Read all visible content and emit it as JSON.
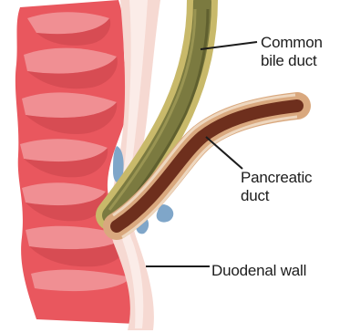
{
  "labels": {
    "common_bile_duct": {
      "line1": "Common",
      "line2": "bile duct"
    },
    "pancreatic_duct": {
      "line1": "Pancreatic",
      "line2": "duct"
    },
    "duodenal_wall": "Duodenal wall"
  },
  "colors": {
    "duodenum_base": "#e9575e",
    "duodenum_fold": "#f08f93",
    "duodenum_shadow": "#c9434b",
    "wall": "#f6d9d2",
    "wall_light": "#fbece8",
    "bile_duct_lumen": "#7b7a40",
    "bile_duct_wall": "#c8b96a",
    "pancreatic_duct_lumen": "#6e2f1d",
    "pancreatic_duct_wall": "#d9a87e",
    "blue_muscle": "#7fa6c9",
    "leader_line": "#1c1c1c"
  }
}
